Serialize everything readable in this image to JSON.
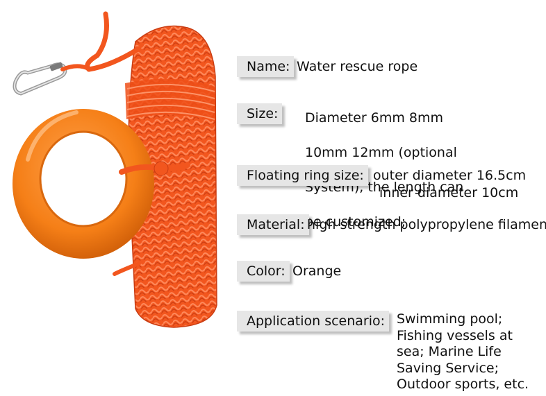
{
  "specs": {
    "name": {
      "label": "Name:",
      "value": "Water rescue rope"
    },
    "size": {
      "label": "Size:",
      "lines": [
        "Diameter 6mm 8mm",
        "10mm 12mm (optional",
        "System), the length can",
        "be customized;"
      ]
    },
    "floating_ring": {
      "label": "Floating ring size:",
      "lines": [
        "outer diameter 16.5cm",
        "inner diameter 10cm"
      ]
    },
    "material": {
      "label": "Material:",
      "value": "high strength polypropylene filament"
    },
    "color": {
      "label": "Color:",
      "value": "Orange"
    },
    "application": {
      "label": "Application scenario:",
      "lines": [
        "Swimming pool;",
        "Fishing vessels at",
        "sea; Marine Life",
        "Saving Service;",
        "Outdoor sports, etc."
      ]
    }
  },
  "colors": {
    "rope": "#f2561e",
    "ring": "#f57f17",
    "label_bg": "#e6e6e6"
  }
}
